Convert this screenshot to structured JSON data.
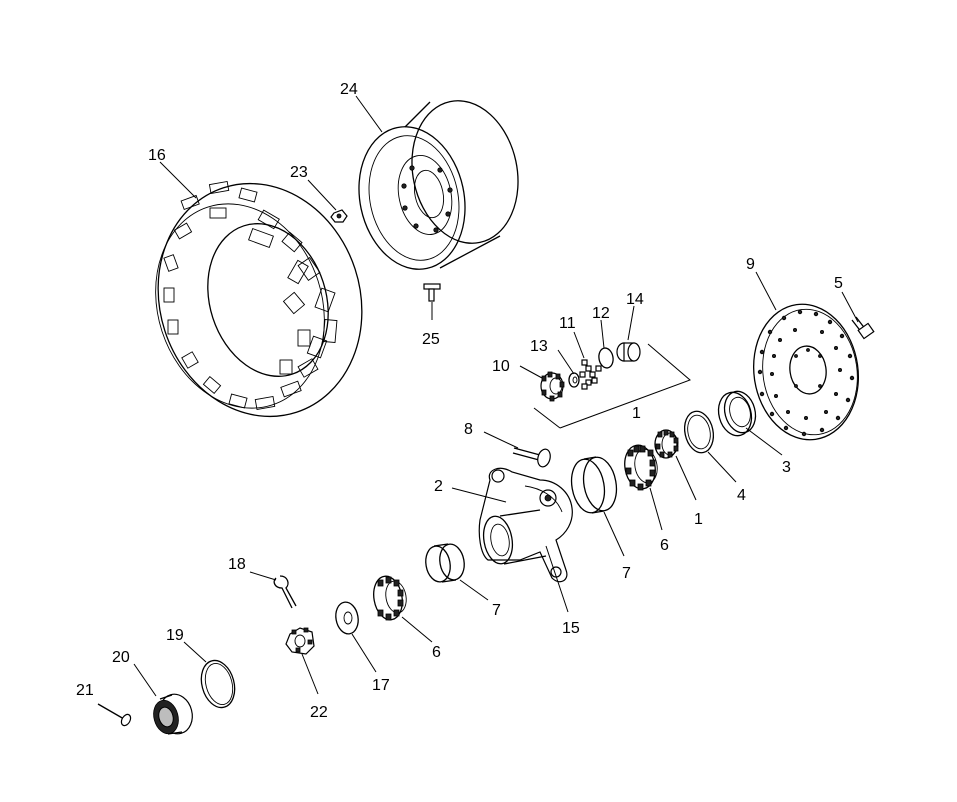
{
  "callouts": {
    "c1a": "1",
    "c1b": "1",
    "c2": "2",
    "c3": "3",
    "c4": "4",
    "c5": "5",
    "c6a": "6",
    "c6b": "6",
    "c7a": "7",
    "c7b": "7",
    "c8": "8",
    "c9": "9",
    "c10": "10",
    "c11": "11",
    "c12": "12",
    "c13": "13",
    "c14": "14",
    "c15": "15",
    "c16": "16",
    "c17": "17",
    "c18": "18",
    "c19": "19",
    "c20": "20",
    "c21": "21",
    "c22": "22",
    "c23": "23",
    "c24": "24",
    "c25": "25"
  }
}
